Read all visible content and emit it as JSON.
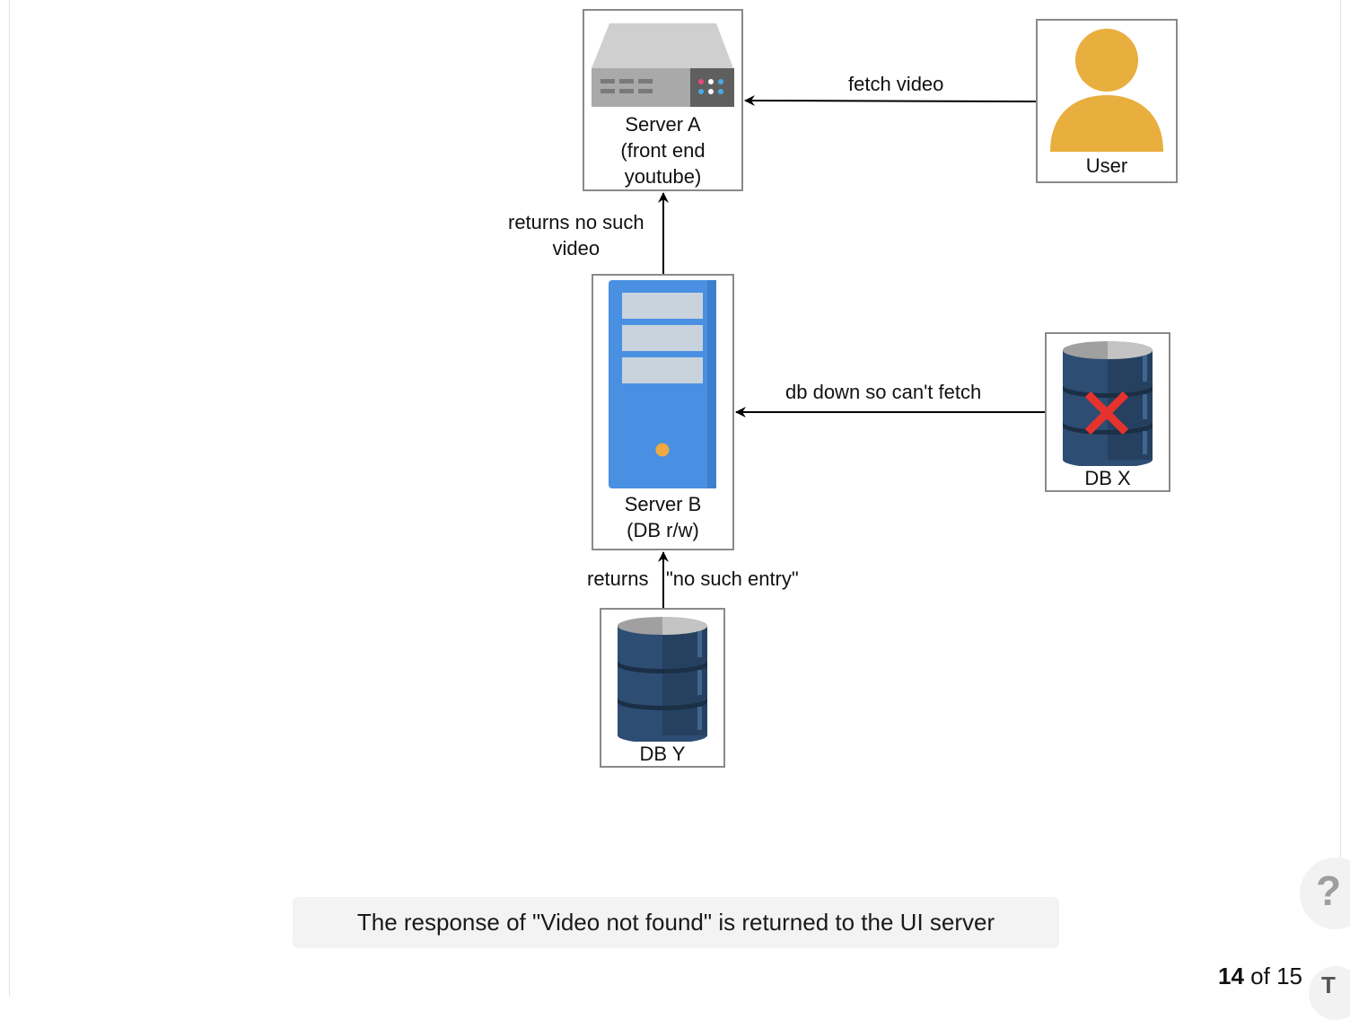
{
  "diagram": {
    "nodes": {
      "server_a": {
        "lines": [
          "Server A",
          "(front end",
          "youtube)"
        ]
      },
      "user": {
        "lines": [
          "User"
        ]
      },
      "server_b": {
        "lines": [
          "Server B",
          "(DB r/w)"
        ]
      },
      "db_x": {
        "lines": [
          "DB X"
        ]
      },
      "db_y": {
        "lines": [
          "DB Y"
        ]
      }
    },
    "edges": {
      "fetch_video": {
        "from": "user",
        "to": "server_a",
        "label": "fetch video"
      },
      "returns_no_such_video": {
        "from": "server_b",
        "to": "server_a",
        "lines": [
          "returns no such",
          "video"
        ]
      },
      "db_down": {
        "from": "db_x",
        "to": "server_b",
        "label": "db down so can't fetch"
      },
      "no_such_entry": {
        "from": "db_y",
        "to": "server_b",
        "left": "returns",
        "right": "\"no such entry\""
      }
    }
  },
  "caption": "The response of \"Video not found\" is returned to the UI server",
  "pagination": {
    "current": "14",
    "of_text": "of 15"
  },
  "controls": {
    "help_glyph": "?",
    "font_size_glyph": "T"
  },
  "colors": {
    "server_rack_top": "#cfcfcf",
    "server_rack_face": "#a9a9a9",
    "server_tower": "#4a90e2",
    "db_blue": "#2d4d73",
    "failure_x": "#e5322d",
    "user_icon": "#e8ae3e"
  },
  "icons": {
    "server_a": "rack-server-icon",
    "user": "user-person-icon",
    "server_b": "tower-server-icon",
    "db_x": "database-failed-icon",
    "db_y": "database-icon"
  }
}
